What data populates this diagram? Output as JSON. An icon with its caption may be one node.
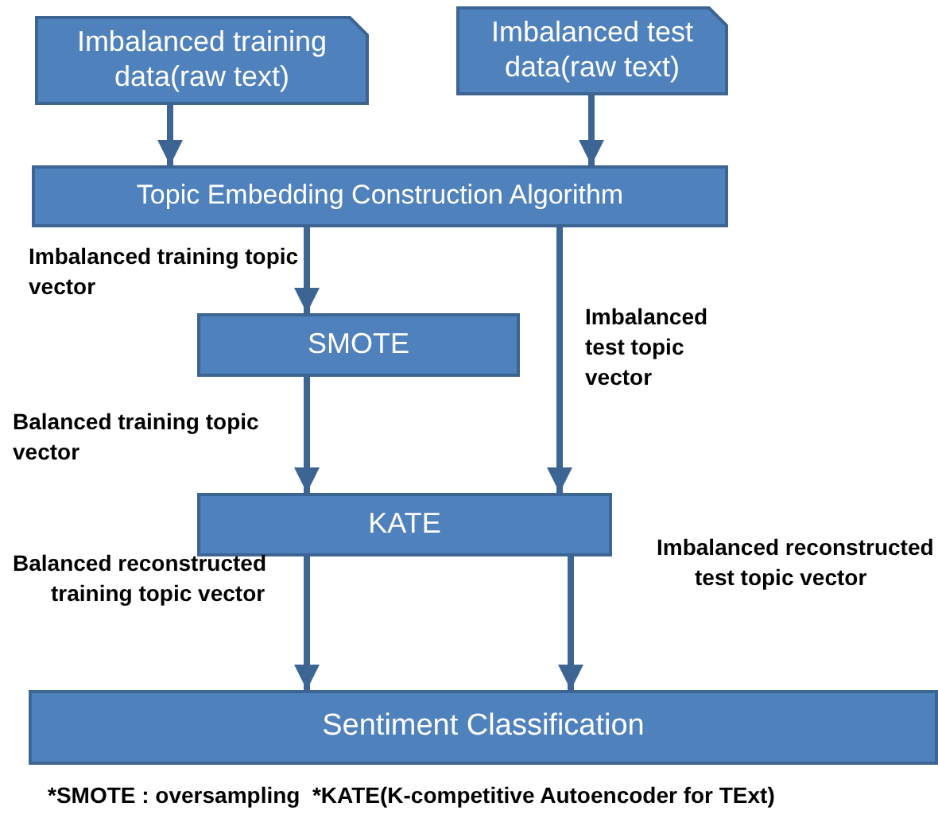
{
  "diagram": {
    "nodes": [
      {
        "text": [
          "Imbalanced training data(raw text)"
        ]
      },
      {
        "text": [
          "Imbalanced test data(raw text)"
        ]
      },
      {
        "text": [
          "Topic Embedding Construction Algorithm"
        ]
      },
      {
        "text": [
          "SMOTE"
        ]
      },
      {
        "text": [
          "KATE"
        ]
      },
      {
        "text": [
          "Sentiment Classification"
        ]
      }
    ],
    "edges": [
      {
        "from": 0,
        "to": 2,
        "arrow": "to"
      },
      {
        "from": 1,
        "to": 2,
        "arrow": "to"
      },
      {
        "from": 2,
        "to": 3,
        "arrow": "to",
        "label": "Imbalanced training topic vector"
      },
      {
        "from": 3,
        "to": 4,
        "arrow": "to",
        "label": "Balanced training topic vector"
      },
      {
        "from": 2,
        "to": 4,
        "arrow": "to",
        "label": "Imbalanced test topic vector"
      },
      {
        "from": 4,
        "to": 5,
        "arrow": "to",
        "label": "Balanced reconstructed training topic vector"
      },
      {
        "from": 4,
        "to": 5,
        "arrow": "to",
        "label": "Imbalanced reconstructed test topic vector"
      }
    ],
    "labels": [
      "*SMOTE : oversampling  *KATE(K-competitive Autoencoder for TExt)"
    ]
  }
}
